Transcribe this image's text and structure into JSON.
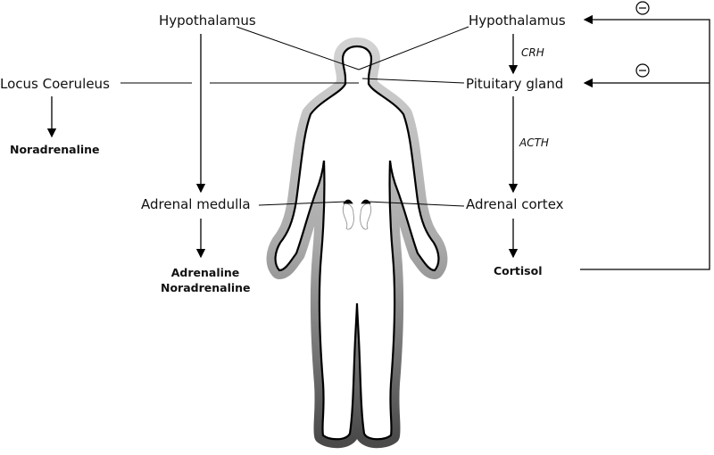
{
  "left": {
    "hypothalamus": "Hypothalamus",
    "locus": "Locus Coeruleus",
    "locus_product": "Noradrenaline",
    "medulla": "Adrenal medulla",
    "medulla_products": [
      "Adrenaline",
      "Noradrenaline"
    ]
  },
  "right": {
    "hypothalamus": "Hypothalamus",
    "crh": "CRH",
    "pituitary": "Pituitary gland",
    "acth": "ACTH",
    "cortex": "Adrenal cortex",
    "cortisol": "Cortisol"
  },
  "feedback": {
    "symbol": "−"
  }
}
